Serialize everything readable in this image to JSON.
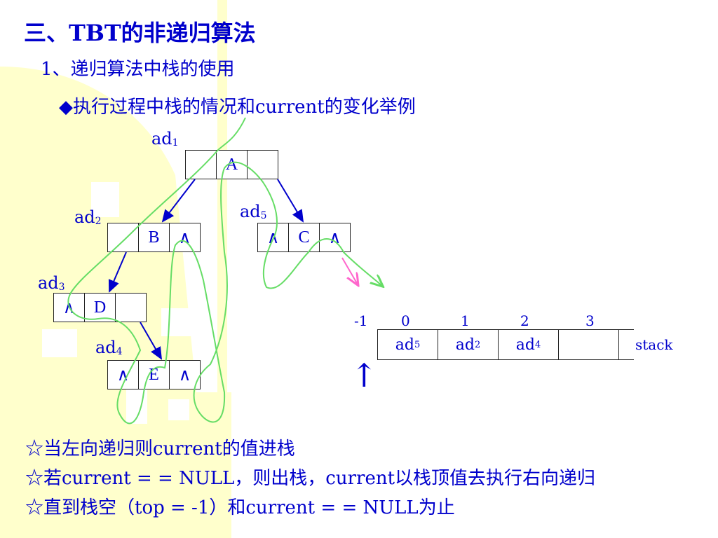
{
  "title": "三、TBT的非递归算法",
  "subtitle": "1、递归算法中栈的使用",
  "bullet": "◆执行过程中栈的情况和current的变化举例",
  "addresses": {
    "ad1": {
      "base": "ad",
      "sub": "1"
    },
    "ad2": {
      "base": "ad",
      "sub": "2"
    },
    "ad3": {
      "base": "ad",
      "sub": "3"
    },
    "ad4": {
      "base": "ad",
      "sub": "4"
    },
    "ad5": {
      "base": "ad",
      "sub": "5"
    }
  },
  "nodes": {
    "A": {
      "left": "",
      "value": "A",
      "right": ""
    },
    "B": {
      "left": "",
      "value": "B",
      "right": "∧"
    },
    "C": {
      "left": "∧",
      "value": "C",
      "right": "∧"
    },
    "D": {
      "left": "∧",
      "value": "D",
      "right": ""
    },
    "E": {
      "left": "∧",
      "value": "E",
      "right": "∧"
    }
  },
  "stack": {
    "indices": [
      "-1",
      "0",
      "1",
      "2",
      "3"
    ],
    "cells": [
      {
        "base": "ad",
        "sub": "5"
      },
      {
        "base": "ad",
        "sub": "2"
      },
      {
        "base": "ad",
        "sub": "4"
      },
      {
        "base": "",
        "sub": ""
      }
    ],
    "label": "stack",
    "pointer_glyph": "↑"
  },
  "notes": [
    "☆当左向递归则current的值进栈",
    "☆若current = = NULL，则出栈，current以栈顶值去执行右向递归",
    "☆直到栈空（top = -1）和current = = NULL为止"
  ],
  "colors": {
    "text": "#0000cc",
    "trace": "#66dd66",
    "pink_arrow": "#ff66cc",
    "bg_blob": "#ffffcc"
  }
}
